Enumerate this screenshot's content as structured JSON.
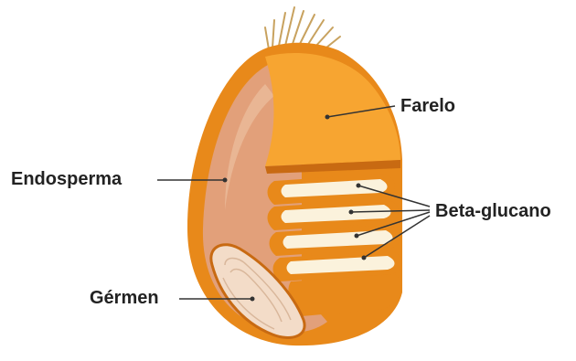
{
  "labels": {
    "farelo": "Farelo",
    "endosperma": "Endosperma",
    "beta_glucano": "Beta-glucano",
    "germen": "Gérmen"
  },
  "colors": {
    "bran_outer": "#e8891a",
    "bran_highlight": "#f7a531",
    "bran_dark": "#c86a12",
    "endosperm": "#e2a07a",
    "endosperm_light": "#edbf9f",
    "beta_layer": "#fbf2dc",
    "germ": "#f3dcc8",
    "germ_lines": "#d9b79b",
    "hairs": "#c8a25f",
    "leader_line": "#333333"
  }
}
